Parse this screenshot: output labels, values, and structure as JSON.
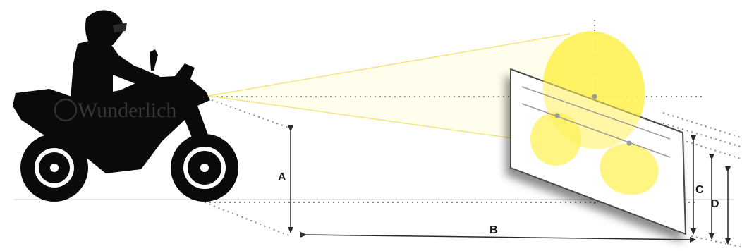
{
  "diagram": {
    "labels": {
      "a": "A",
      "b": "B",
      "c": "C",
      "d": "D"
    },
    "watermark": "Wunderlich",
    "colors": {
      "beam_light": "#fff15a",
      "beam_line": "#f2e27a",
      "screen_fill": "#ffffff",
      "screen_edge": "#4a4a4a",
      "silhouette": "#0a0a0a",
      "guide": "#8c8c8c",
      "arrow": "#2a2a2a"
    },
    "icons": [
      "motorcycle-rider-silhouette",
      "projection-screen"
    ]
  }
}
